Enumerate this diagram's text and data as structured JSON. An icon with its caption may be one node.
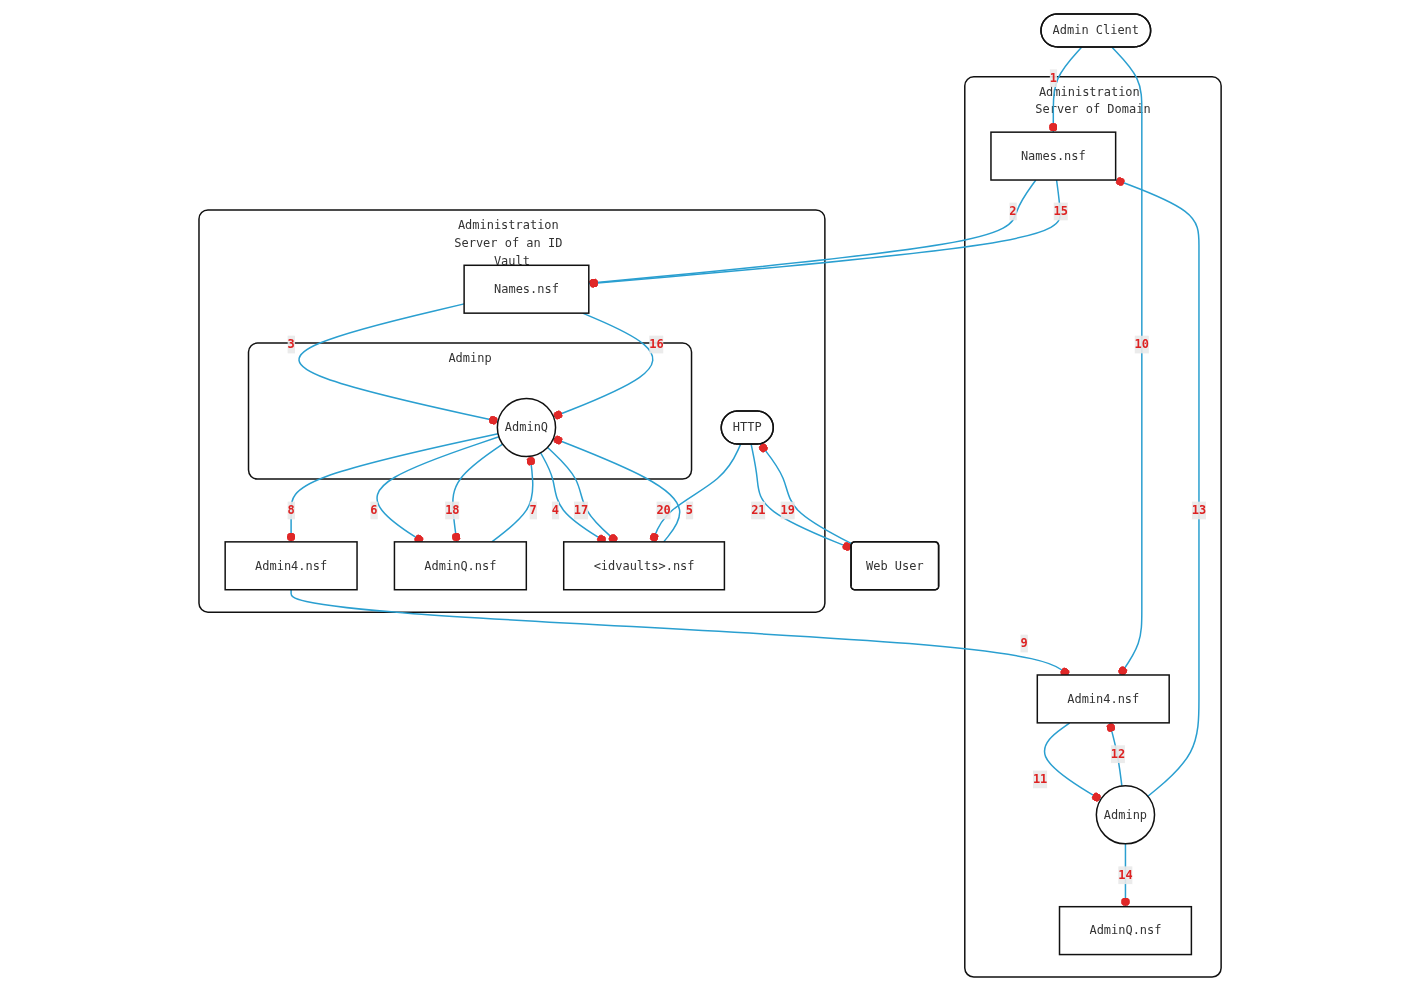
{
  "diagram": {
    "nodes": [
      {
        "text": [
          "Admin Client"
        ]
      },
      {
        "text": [
          "Administration Server of Domain"
        ]
      },
      {
        "text": [
          "Names.nsf"
        ],
        "in": 1
      },
      {
        "text": [
          "Adminp"
        ],
        "in": 1
      },
      {
        "text": [
          "Admin4.nsf"
        ],
        "in": 1
      },
      {
        "text": [
          "AdminQ.nsf"
        ],
        "in": 1
      },
      {
        "text": [
          "Administration Server of an ID Vault"
        ]
      },
      {
        "text": [
          "Names.nsf"
        ],
        "in": 6
      },
      {
        "text": [
          "Admin4.nsf"
        ],
        "in": 6
      },
      {
        "text": [
          "Adminp"
        ],
        "in": 6
      },
      {
        "text": [
          "AdminQ"
        ],
        "in": 9
      },
      {
        "text": [
          "AdminQ.nsf"
        ],
        "in": 6
      },
      {
        "text": [
          "<idvaults>.nsf"
        ],
        "in": 6
      },
      {
        "text": [
          "HTTP"
        ],
        "in": 6
      },
      {
        "text": [
          "Web User"
        ]
      }
    ],
    "edges": [
      {
        "from": 0,
        "to": 2,
        "arrow": "other",
        "label": "1"
      },
      {
        "from": 2,
        "to": 7,
        "arrow": "other",
        "label": "2"
      },
      {
        "from": 7,
        "to": 10,
        "arrow": "other",
        "label": "3"
      },
      {
        "from": 10,
        "to": 12,
        "arrow": "other",
        "label": "4"
      },
      {
        "from": 12,
        "to": 10,
        "arrow": "other",
        "label": "5"
      },
      {
        "from": 10,
        "to": 11,
        "arrow": "other",
        "label": "6"
      },
      {
        "from": 11,
        "to": 10,
        "arrow": "other",
        "label": "7"
      },
      {
        "from": 10,
        "to": 8,
        "arrow": "other",
        "label": "8"
      },
      {
        "from": 8,
        "to": 4,
        "arrow": "other",
        "label": "9"
      },
      {
        "from": 0,
        "to": 4,
        "arrow": "other",
        "label": "10"
      },
      {
        "from": 4,
        "to": 3,
        "arrow": "other",
        "label": "11"
      },
      {
        "from": 3,
        "to": 4,
        "arrow": "other",
        "label": "12"
      },
      {
        "from": 3,
        "to": 2,
        "arrow": "other",
        "label": "13"
      },
      {
        "from": 3,
        "to": 5,
        "arrow": "other",
        "label": "14"
      },
      {
        "from": 2,
        "to": 7,
        "arrow": "other",
        "label": "15"
      },
      {
        "from": 7,
        "to": 10,
        "arrow": "other",
        "label": "16"
      },
      {
        "from": 10,
        "to": 12,
        "arrow": "other",
        "label": "17"
      },
      {
        "from": 10,
        "to": 11,
        "arrow": "other",
        "label": "18"
      },
      {
        "from": 14,
        "to": 13,
        "arrow": "other",
        "label": "19"
      },
      {
        "from": 13,
        "to": 12,
        "arrow": "other",
        "label": "20"
      },
      {
        "from": 13,
        "to": 14,
        "arrow": "other",
        "label": "21"
      }
    ]
  }
}
